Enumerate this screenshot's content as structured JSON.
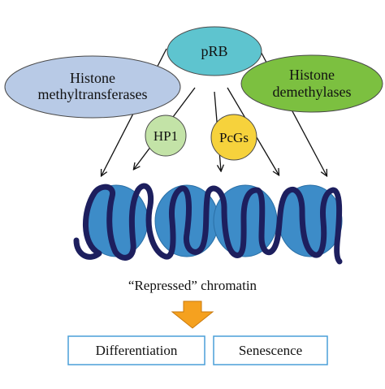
{
  "nodes": {
    "prb": {
      "label": "pRB",
      "color": "#5ec4cf"
    },
    "histone_methyltransferases": {
      "line1": "Histone",
      "line2": "methyltransferases",
      "color": "#b8cae6"
    },
    "histone_demethylases": {
      "line1": "Histone",
      "line2": "demethylases",
      "color": "#7cc040"
    },
    "hp1": {
      "label": "HP1",
      "color": "#c3e3a7"
    },
    "pcgs": {
      "label": "PcGs",
      "color": "#f6d23c"
    }
  },
  "chromatin": {
    "label": "“Repressed” chromatin",
    "nucleosome_count": 4,
    "nucleosome_color": "#3d8cc8",
    "dna_color": "#1d1f5e"
  },
  "outcome_arrow_color": "#f5a11f",
  "outcomes": [
    {
      "label": "Differentiation"
    },
    {
      "label": "Senescence"
    }
  ]
}
